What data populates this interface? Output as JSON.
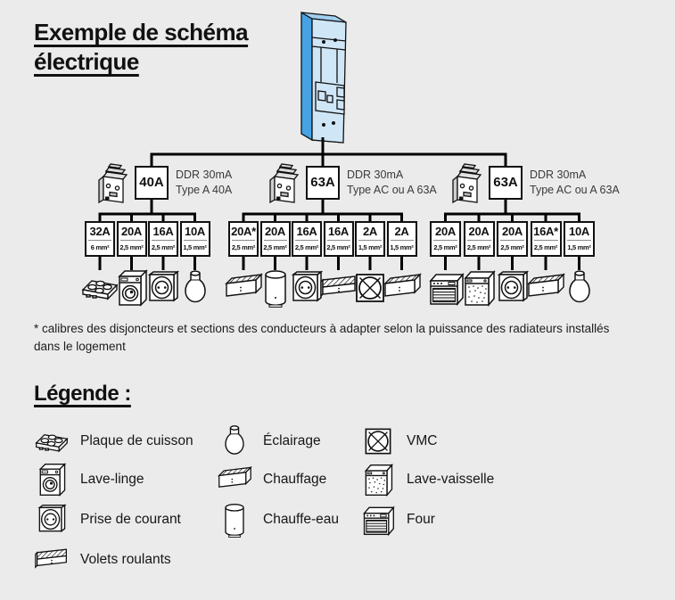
{
  "title": {
    "line1": "Exemple de schéma",
    "line2": "électrique"
  },
  "groups": [
    {
      "ddr": {
        "amp": "40A",
        "label_line1": "DDR 30mA",
        "label_line2": "Type A 40A"
      },
      "breakers": [
        {
          "amp": "32A",
          "wire": "6 mm²",
          "icon": "cooktop"
        },
        {
          "amp": "20A",
          "wire": "2,5 mm²",
          "icon": "washing-machine"
        },
        {
          "amp": "16A",
          "wire": "2,5 mm²",
          "icon": "outlet"
        },
        {
          "amp": "10A",
          "wire": "1,5 mm²",
          "icon": "bulb"
        }
      ]
    },
    {
      "ddr": {
        "amp": "63A",
        "label_line1": "DDR 30mA",
        "label_line2": "Type AC ou A 63A"
      },
      "breakers": [
        {
          "amp": "20A*",
          "wire": "2,5 mm²",
          "icon": "heater"
        },
        {
          "amp": "20A",
          "wire": "2,5 mm²",
          "icon": "water-heater"
        },
        {
          "amp": "16A",
          "wire": "2,5 mm²",
          "icon": "outlet"
        },
        {
          "amp": "16A",
          "wire": "2,5 mm²",
          "icon": "shutters"
        },
        {
          "amp": "2A",
          "wire": "1,5 mm²",
          "icon": "vmc"
        },
        {
          "amp": "2A",
          "wire": "1,5 mm²",
          "icon": "heater"
        }
      ]
    },
    {
      "ddr": {
        "amp": "63A",
        "label_line1": "DDR 30mA",
        "label_line2": "Type AC ou A 63A"
      },
      "breakers": [
        {
          "amp": "20A",
          "wire": "2,5 mm²",
          "icon": "oven"
        },
        {
          "amp": "20A",
          "wire": "2,5 mm²",
          "icon": "dishwasher"
        },
        {
          "amp": "20A",
          "wire": "2,5 mm²",
          "icon": "outlet"
        },
        {
          "amp": "16A*",
          "wire": "2,5 mm²",
          "icon": "heater"
        },
        {
          "amp": "10A",
          "wire": "1,5 mm²",
          "icon": "bulb"
        }
      ]
    }
  ],
  "footnote": {
    "text": "* calibres des disjoncteurs et sections des conducteurs à adapter selon la puissance des radiateurs installés dans le logement"
  },
  "legend": {
    "title": "Légende :",
    "items": [
      {
        "icon": "cooktop",
        "label": "Plaque de cuisson"
      },
      {
        "icon": "washing-machine",
        "label": "Lave-linge"
      },
      {
        "icon": "outlet",
        "label": "Prise de courant"
      },
      {
        "icon": "shutters",
        "label": "Volets roulants"
      },
      {
        "icon": "bulb",
        "label": "Éclairage"
      },
      {
        "icon": "heater",
        "label": "Chauffage"
      },
      {
        "icon": "water-heater",
        "label": "Chauffe-eau"
      },
      {
        "icon": "vmc",
        "label": "VMC"
      },
      {
        "icon": "dishwasher",
        "label": "Lave-vaisselle"
      },
      {
        "icon": "oven",
        "label": "Four"
      }
    ]
  },
  "colors": {
    "background": "#ebebeb",
    "main_breaker_face": "#cfe6f7",
    "main_breaker_side": "#47a2e4",
    "line": "#000000",
    "box_background": "#ffffff"
  }
}
